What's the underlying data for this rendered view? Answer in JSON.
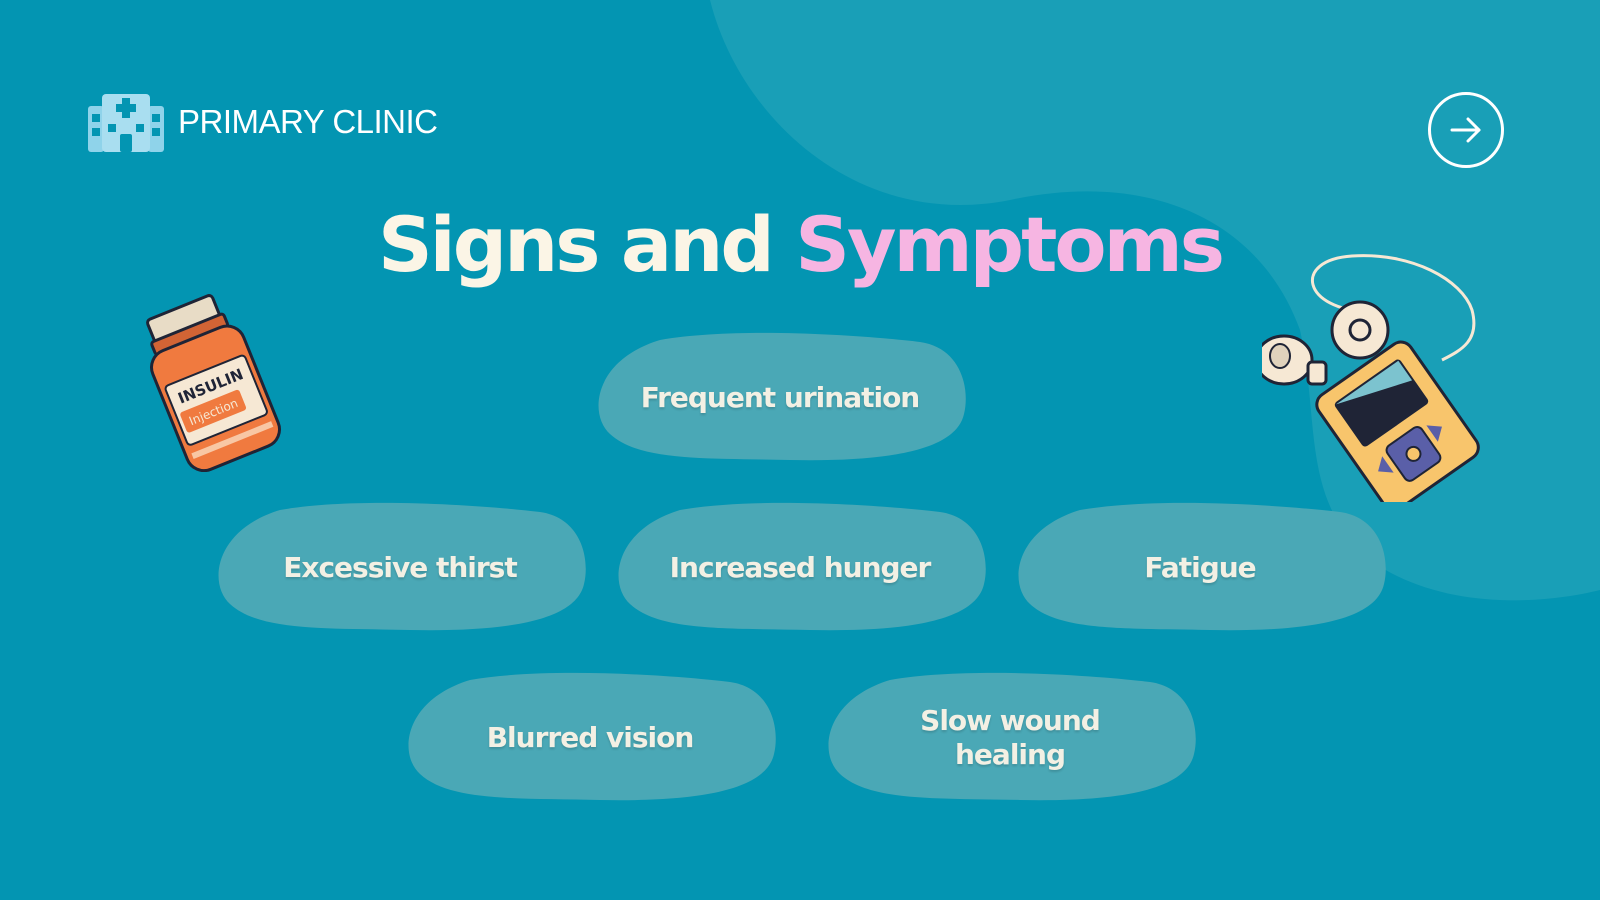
{
  "brand": {
    "name": "PRIMARY CLINIC",
    "logo_icon": "hospital-building-icon"
  },
  "nav": {
    "next_icon": "arrow-right-icon"
  },
  "title": {
    "part1": "Signs and",
    "part2": "Symptoms"
  },
  "symptoms": [
    "Frequent urination",
    "Excessive thirst",
    "Increased hunger",
    "Fatigue",
    "Blurred vision",
    "Slow wound healing"
  ],
  "insulin_bottle": {
    "label": "INSULIN",
    "sublabel": "Injection"
  },
  "colors": {
    "background": "#0395b2",
    "blob": "#199fb7",
    "pill": "#4aa8b6",
    "title_primary": "#fbf5e6",
    "title_accent": "#f6b5e2"
  }
}
